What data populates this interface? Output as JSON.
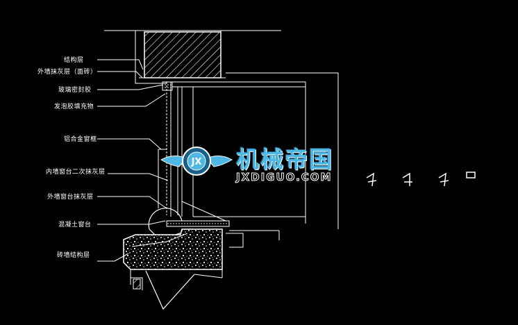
{
  "labels": [
    {
      "id": "structure",
      "text": "结构层"
    },
    {
      "id": "exterior-plaster",
      "text": "外墙抹灰层（面砖）"
    },
    {
      "id": "glass-sealant",
      "text": "玻璃密封胶"
    },
    {
      "id": "foam-filler",
      "text": "发泡胶填充物"
    },
    {
      "id": "aluminum-frame",
      "text": "铝合金窗框"
    },
    {
      "id": "interior-sill-plaster",
      "text": "内墙窗台二次抹灰层"
    },
    {
      "id": "exterior-sill-plaster",
      "text": "外墙窗台抹灰层"
    },
    {
      "id": "concrete-sill",
      "text": "混凝土窗台"
    },
    {
      "id": "brick-structure",
      "text": "砖墙结构层"
    }
  ],
  "watermark": {
    "logo_text": "JX",
    "cn": "机械帝国",
    "en": "JXDIGUO.COM"
  },
  "colors": {
    "background": "#000000",
    "line": "#ffffff",
    "watermark_blue": "#4fb7e3"
  }
}
